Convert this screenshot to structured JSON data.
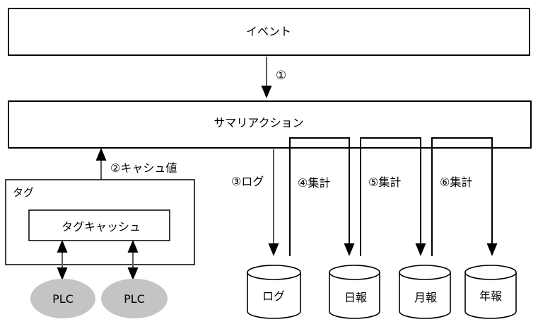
{
  "diagram": {
    "event": {
      "label": "イベント"
    },
    "summary": {
      "label": "サマリアクション"
    },
    "steps": {
      "step1": "①",
      "step2_cache_value": "②キャシュ値",
      "step3_log": "③ログ",
      "step4_aggregate": "④集計",
      "step5_aggregate": "⑤集計",
      "step6_aggregate": "⑥集計"
    },
    "tag": {
      "group_label": "タグ",
      "cache_label": "タグキャッシュ",
      "plc_left_label": "PLC",
      "plc_right_label": "PLC"
    },
    "stores": [
      {
        "label": "ログ"
      },
      {
        "label": "日報"
      },
      {
        "label": "月報"
      },
      {
        "label": "年報"
      }
    ],
    "colors": {
      "border": "#000000",
      "arrow_shaft": "#595959",
      "arrowhead": "#000000",
      "plc_fill": "#c4c4c4",
      "box_fill": "#ffffff",
      "background": "#ffffff",
      "text": "#000000"
    }
  }
}
